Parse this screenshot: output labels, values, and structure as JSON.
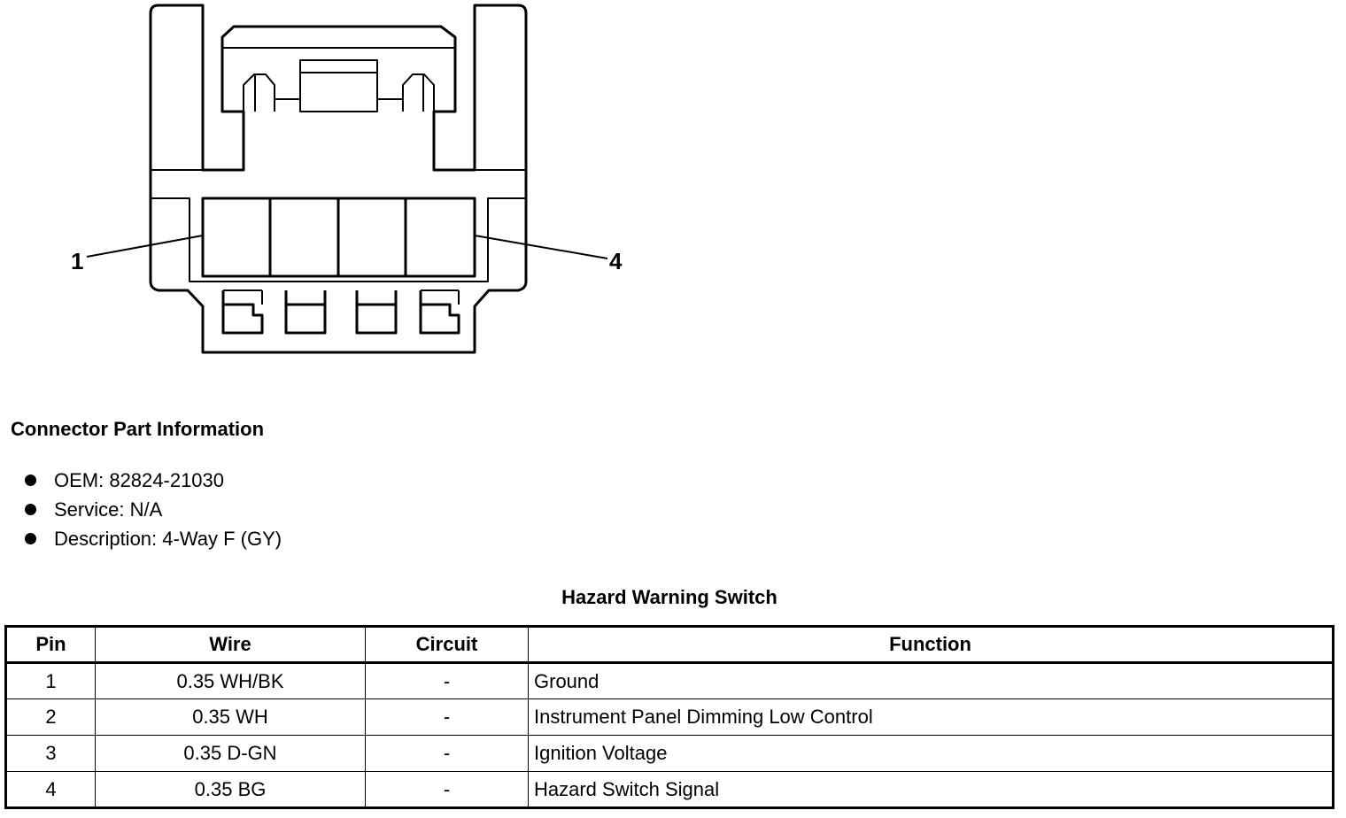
{
  "diagram": {
    "pin_first_label": "1",
    "pin_last_label": "4"
  },
  "connector_info": {
    "heading": "Connector Part Information",
    "items": [
      "OEM: 82824-21030",
      "Service: N/A",
      "Description: 4-Way F (GY)"
    ]
  },
  "pin_table": {
    "title": "Hazard Warning Switch",
    "headers": [
      "Pin",
      "Wire",
      "Circuit",
      "Function"
    ],
    "rows": [
      {
        "pin": "1",
        "wire": "0.35 WH/BK",
        "circuit": "-",
        "function": "Ground"
      },
      {
        "pin": "2",
        "wire": "0.35 WH",
        "circuit": "-",
        "function": "Instrument Panel Dimming Low Control"
      },
      {
        "pin": "3",
        "wire": "0.35 D-GN",
        "circuit": "-",
        "function": "Ignition Voltage"
      },
      {
        "pin": "4",
        "wire": "0.35 BG",
        "circuit": "-",
        "function": "Hazard Switch Signal"
      }
    ]
  }
}
